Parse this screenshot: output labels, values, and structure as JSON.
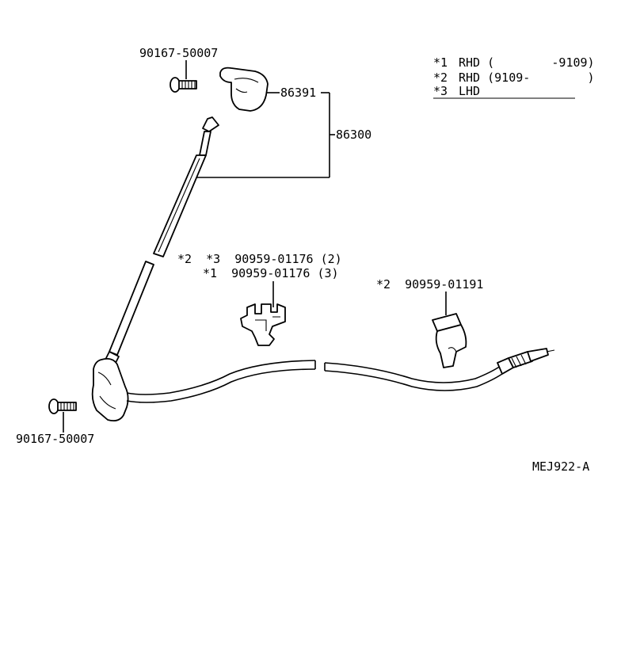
{
  "legend": {
    "notes": [
      {
        "mark": "*1",
        "text": "RHD (        -9109)"
      },
      {
        "mark": "*2",
        "text": "RHD (9109-        )"
      },
      {
        "mark": "*3",
        "text": "LHD"
      }
    ]
  },
  "callouts": {
    "screw_top": "90167-50007",
    "bracket": "86391",
    "antenna_assembly": "86300",
    "clamp_a_line1": "*2  *3  90959-01176 (2)",
    "clamp_a_line2": "*1  90959-01176 (3)",
    "clamp_b": "*2  90959-01191",
    "screw_bottom": "90167-50007"
  },
  "diagram_code": "MEJ922-A"
}
